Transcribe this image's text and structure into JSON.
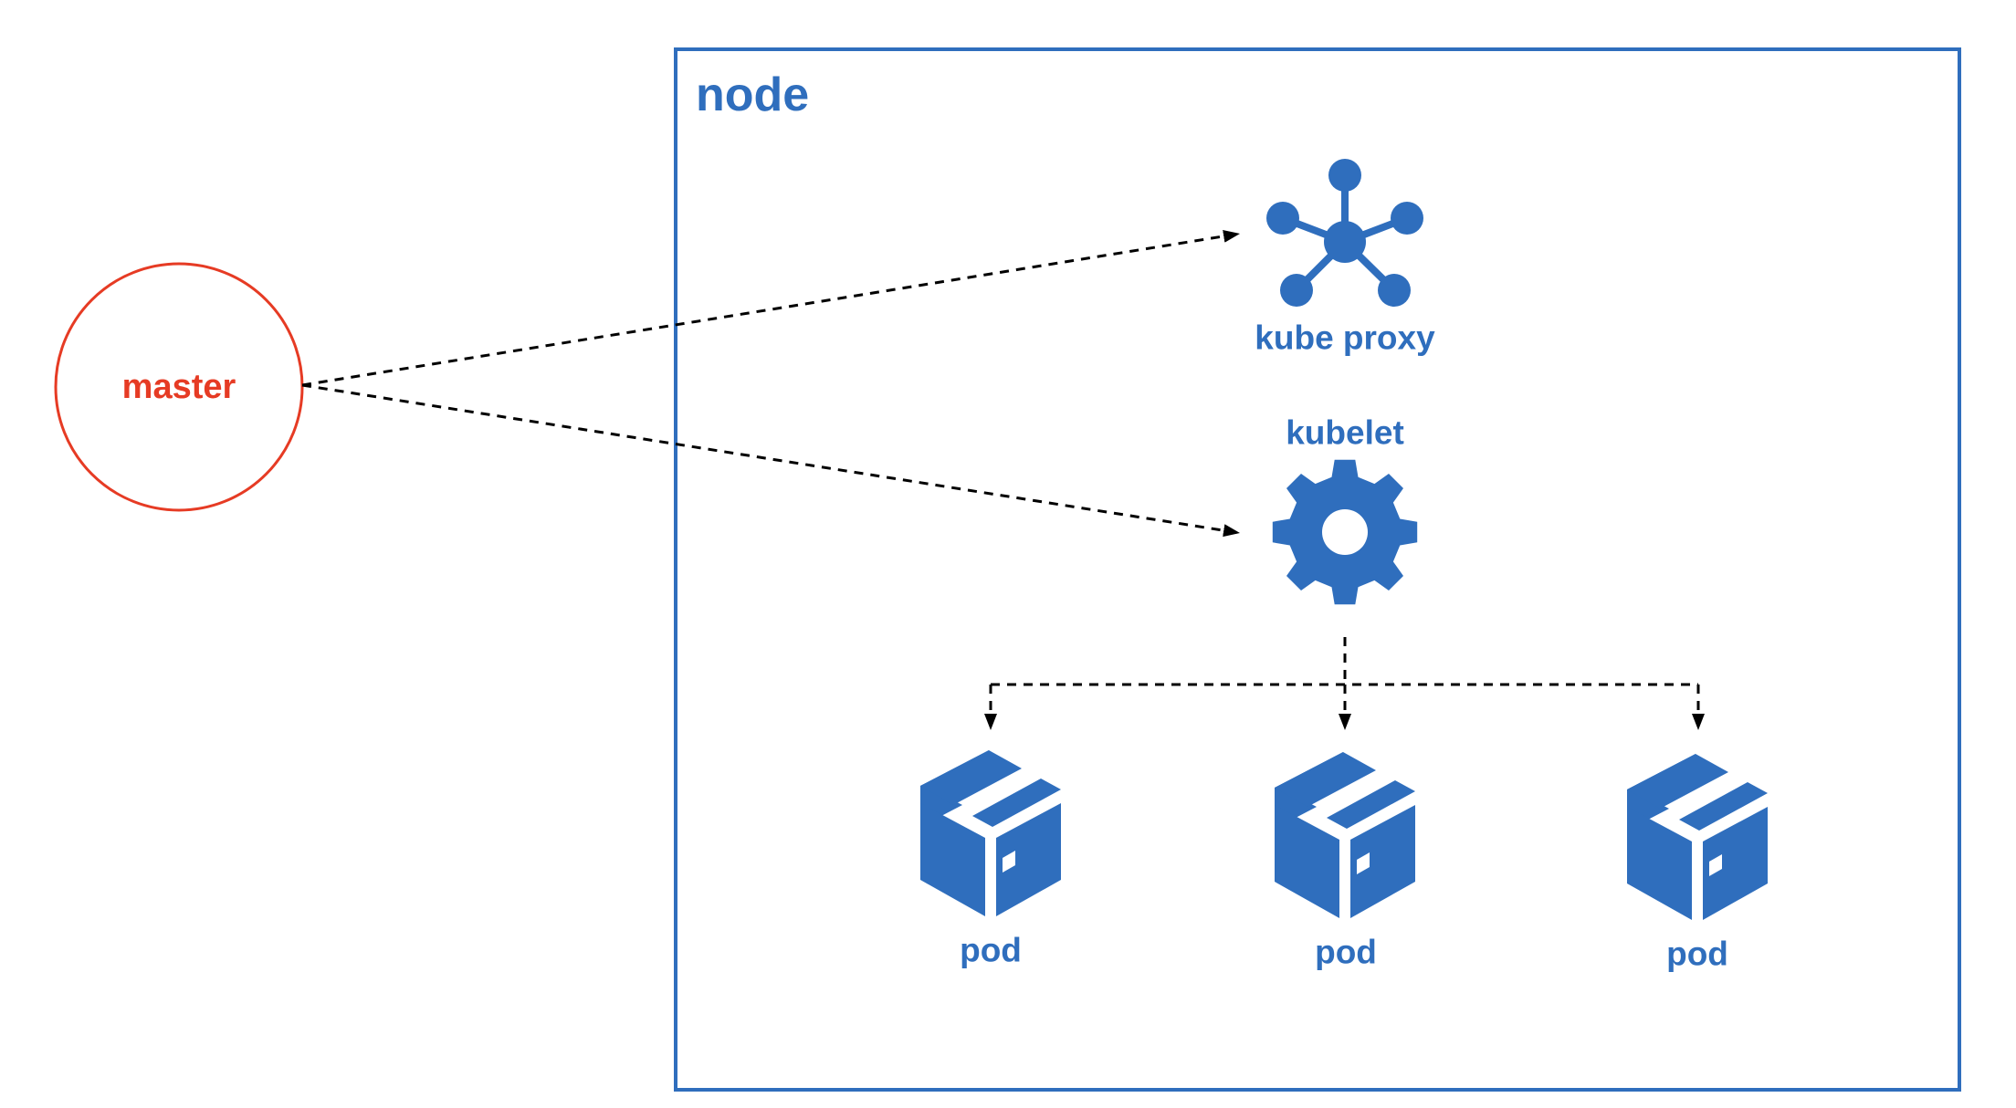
{
  "colors": {
    "node_blue": "#2f6ebd",
    "master_red": "#e63b24",
    "arrow_black": "#000000",
    "background": "#ffffff"
  },
  "node": {
    "title": "node"
  },
  "master": {
    "label": "master"
  },
  "kube_proxy": {
    "label": "kube proxy",
    "icon": "network-hub-icon"
  },
  "kubelet": {
    "label": "kubelet",
    "icon": "gear-icon"
  },
  "pods": [
    {
      "label": "pod",
      "icon": "box-icon"
    },
    {
      "label": "pod",
      "icon": "box-icon"
    },
    {
      "label": "pod",
      "icon": "box-icon"
    }
  ],
  "connections": [
    {
      "from": "master",
      "to": "kube proxy",
      "style": "dashed"
    },
    {
      "from": "master",
      "to": "kubelet",
      "style": "dashed"
    },
    {
      "from": "kubelet",
      "to": "pod",
      "style": "dashed"
    },
    {
      "from": "kubelet",
      "to": "pod",
      "style": "dashed"
    },
    {
      "from": "kubelet",
      "to": "pod",
      "style": "dashed"
    }
  ]
}
